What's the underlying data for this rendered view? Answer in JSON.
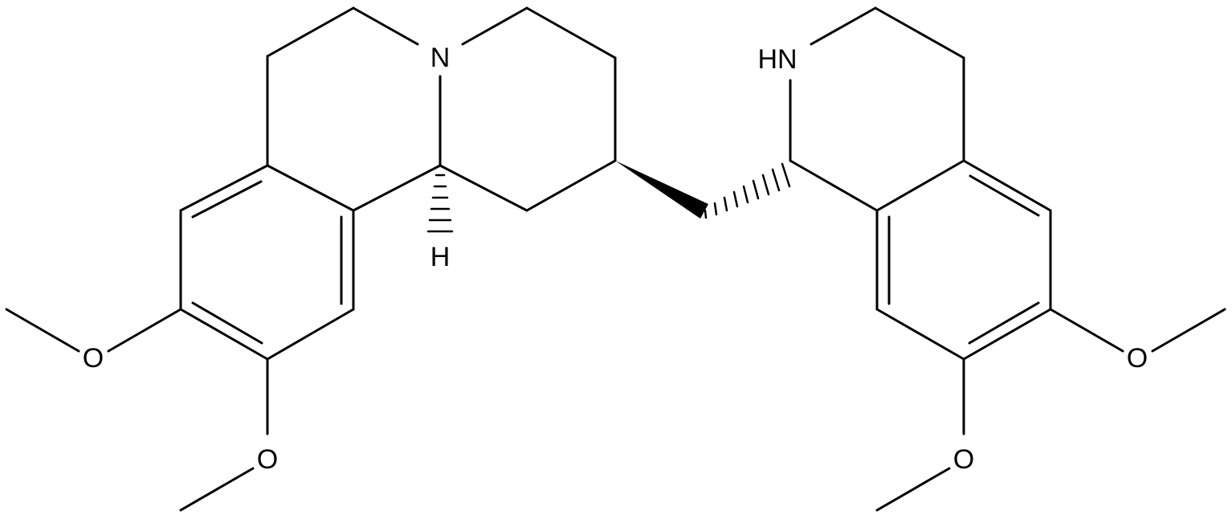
{
  "structure": {
    "atom_labels": {
      "n_quinolizidine": "N",
      "h_stereo": "H",
      "nh_isoquinoline": "HN",
      "o_left_upper": "O",
      "o_left_lower": "O",
      "o_right_upper": "O",
      "o_right_lower": "O"
    }
  },
  "colors": {
    "bond": "#000000",
    "background": "#ffffff"
  }
}
